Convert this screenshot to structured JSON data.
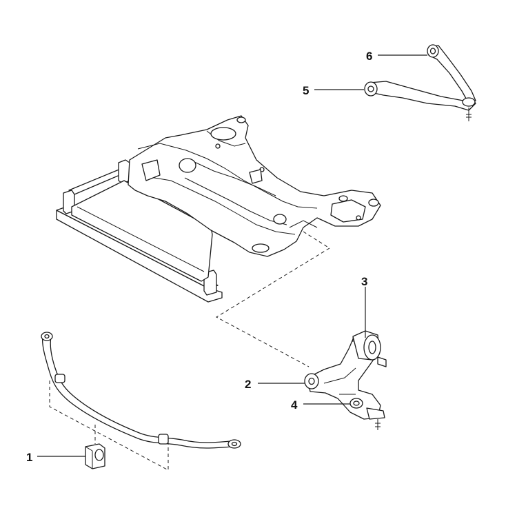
{
  "callouts": [
    {
      "num": "1",
      "part": "stabilizer-bushing"
    },
    {
      "num": "2",
      "part": "lower-arm-front-bushing"
    },
    {
      "num": "3",
      "part": "lower-arm-rear-bushing"
    },
    {
      "num": "4",
      "part": "lower-control-arm"
    },
    {
      "num": "5",
      "part": "upper-arm-bushing"
    },
    {
      "num": "6",
      "part": "upper-control-arm"
    }
  ]
}
